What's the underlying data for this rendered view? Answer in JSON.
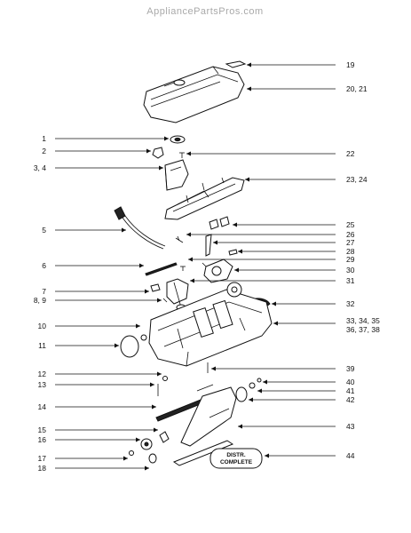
{
  "watermark": "AppliancePartsPros.com",
  "callouts": [
    {
      "id": "l19",
      "text": "19"
    },
    {
      "id": "l20",
      "text": "20, 21"
    },
    {
      "id": "l1",
      "text": "1"
    },
    {
      "id": "l2",
      "text": "2"
    },
    {
      "id": "l22",
      "text": "22"
    },
    {
      "id": "l3",
      "text": "3, 4"
    },
    {
      "id": "l23",
      "text": "23, 24"
    },
    {
      "id": "l25",
      "text": "25"
    },
    {
      "id": "l5",
      "text": "5"
    },
    {
      "id": "l26",
      "text": "26"
    },
    {
      "id": "l27",
      "text": "27"
    },
    {
      "id": "l28",
      "text": "28"
    },
    {
      "id": "l29",
      "text": "29"
    },
    {
      "id": "l6",
      "text": "6"
    },
    {
      "id": "l30",
      "text": "30"
    },
    {
      "id": "l31",
      "text": "31"
    },
    {
      "id": "l7",
      "text": "7"
    },
    {
      "id": "l8",
      "text": "8, 9"
    },
    {
      "id": "l32",
      "text": "32"
    },
    {
      "id": "l10",
      "text": "10"
    },
    {
      "id": "l33",
      "text": "33, 34, 35"
    },
    {
      "id": "l36",
      "text": "36, 37, 38"
    },
    {
      "id": "l11",
      "text": "11"
    },
    {
      "id": "l39",
      "text": "39"
    },
    {
      "id": "l12",
      "text": "12"
    },
    {
      "id": "l40",
      "text": "40"
    },
    {
      "id": "l13",
      "text": "13"
    },
    {
      "id": "l41",
      "text": "41"
    },
    {
      "id": "l42",
      "text": "42"
    },
    {
      "id": "l14",
      "text": "14"
    },
    {
      "id": "l43",
      "text": "43"
    },
    {
      "id": "l15",
      "text": "15"
    },
    {
      "id": "l16",
      "text": "16"
    },
    {
      "id": "l44",
      "text": "44"
    },
    {
      "id": "l17",
      "text": "17"
    },
    {
      "id": "l18",
      "text": "18"
    }
  ],
  "distributor_box": {
    "line1": "DISTR.",
    "line2": "COMPLETE"
  }
}
